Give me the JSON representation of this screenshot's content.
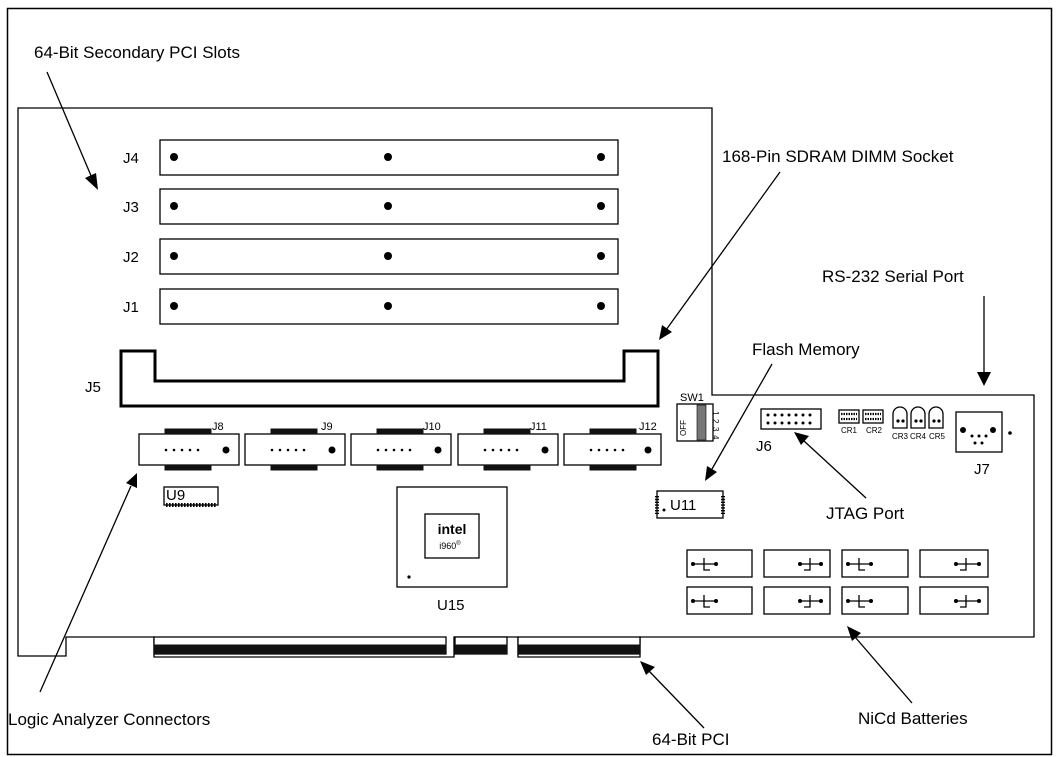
{
  "callouts": {
    "pci_slots": "64-Bit Secondary PCI Slots",
    "dimm_socket": "168-Pin SDRAM DIMM Socket",
    "serial_port": "RS-232 Serial Port",
    "flash_memory": "Flash Memory",
    "jtag_port": "JTAG Port",
    "logic_analyzer": "Logic Analyzer Connectors",
    "pci_edge": "64-Bit PCI",
    "batteries": "NiCd Batteries"
  },
  "refs": {
    "j1": "J1",
    "j2": "J2",
    "j3": "J3",
    "j4": "J4",
    "j5": "J5",
    "j6": "J6",
    "j7": "J7",
    "j8": "J8",
    "j9": "J9",
    "j10": "J10",
    "j11": "J11",
    "j12": "J12",
    "u9": "U9",
    "u11": "U11",
    "u15": "U15",
    "sw1": "SW1",
    "cr1": "CR1",
    "cr2": "CR2",
    "cr3": "CR3",
    "cr4": "CR4",
    "cr5": "CR5"
  },
  "switch": {
    "off_label": "OFF",
    "positions": [
      "1",
      "2",
      "3",
      "4"
    ]
  },
  "chip": {
    "brand": "intel",
    "model": "i960"
  }
}
